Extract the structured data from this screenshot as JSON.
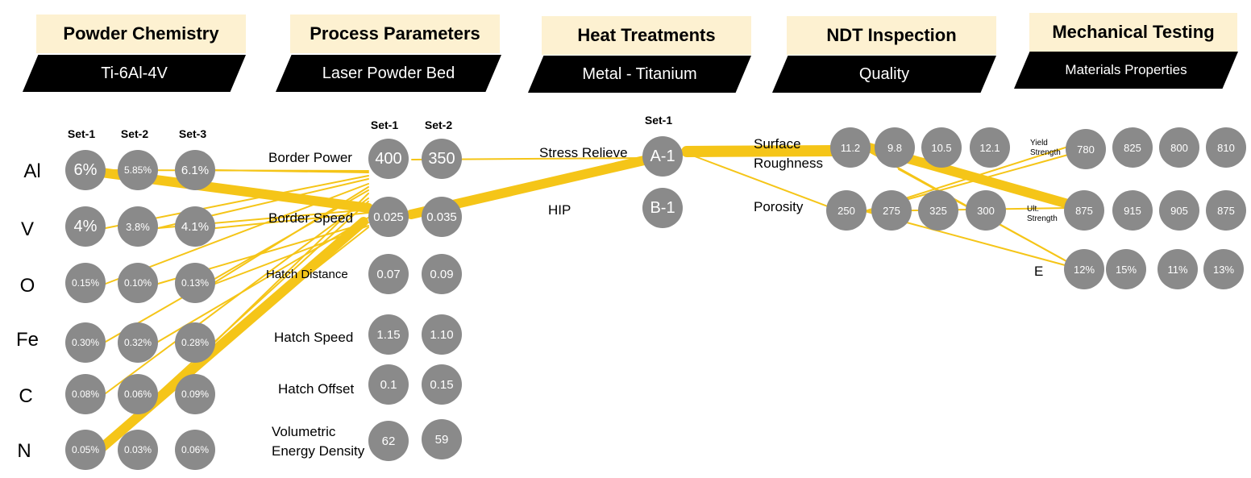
{
  "columns": [
    {
      "title": "Powder Chemistry",
      "subtitle": "Ti-6Al-4V"
    },
    {
      "title": "Process Parameters",
      "subtitle": "Laser Powder Bed"
    },
    {
      "title": "Heat Treatments",
      "subtitle": "Metal - Titanium"
    },
    {
      "title": "NDT Inspection",
      "subtitle": "Quality"
    },
    {
      "title": "Mechanical Testing",
      "subtitle": "Materials Properties"
    }
  ],
  "chemistry": {
    "set_labels": [
      "Set-1",
      "Set-2",
      "Set-3"
    ],
    "rows": [
      {
        "element": "Al",
        "values": [
          "6%",
          "5.85%",
          "6.1%"
        ]
      },
      {
        "element": "V",
        "values": [
          "4%",
          "3.8%",
          "4.1%"
        ]
      },
      {
        "element": "O",
        "values": [
          "0.15%",
          "0.10%",
          "0.13%"
        ]
      },
      {
        "element": "Fe",
        "values": [
          "0.30%",
          "0.32%",
          "0.28%"
        ]
      },
      {
        "element": "C",
        "values": [
          "0.08%",
          "0.06%",
          "0.09%"
        ]
      },
      {
        "element": "N",
        "values": [
          "0.05%",
          "0.03%",
          "0.06%"
        ]
      }
    ]
  },
  "process": {
    "set_labels": [
      "Set-1",
      "Set-2"
    ],
    "rows": [
      {
        "label": "Border Power",
        "values": [
          "400",
          "350"
        ]
      },
      {
        "label": "Border Speed",
        "values": [
          "0.025",
          "0.035"
        ]
      },
      {
        "label": "Hatch Distance",
        "values": [
          "0.07",
          "0.09"
        ]
      },
      {
        "label": "Hatch Speed",
        "values": [
          "1.15",
          "1.10"
        ]
      },
      {
        "label": "Hatch Offset",
        "values": [
          "0.1",
          "0.15"
        ]
      },
      {
        "label": "Volumetric Energy Density",
        "values": [
          "62",
          "59"
        ]
      }
    ]
  },
  "heat": {
    "set_label": "Set-1",
    "rows": [
      {
        "label": "Stress Relieve",
        "value": "A-1"
      },
      {
        "label": "HIP",
        "value": "B-1"
      }
    ]
  },
  "ndt": {
    "rows": [
      {
        "label": "Surface Roughness",
        "values": [
          "11.2",
          "9.8",
          "10.5",
          "12.1"
        ]
      },
      {
        "label": "Porosity",
        "values": [
          "250",
          "275",
          "325",
          "300"
        ]
      }
    ]
  },
  "mech": {
    "rows": [
      {
        "label": "Yield Strength",
        "values": [
          "780",
          "825",
          "800",
          "810"
        ]
      },
      {
        "label": "Ult. Strength",
        "values": [
          "875",
          "915",
          "905",
          "875"
        ]
      },
      {
        "label": "E",
        "values": [
          "12%",
          "15%",
          "11%",
          "13%"
        ]
      }
    ]
  },
  "colors": {
    "link": "#f5c518",
    "node": "#8a8a8a",
    "header_bg": "#fdf1d1",
    "band_bg": "#000000"
  }
}
